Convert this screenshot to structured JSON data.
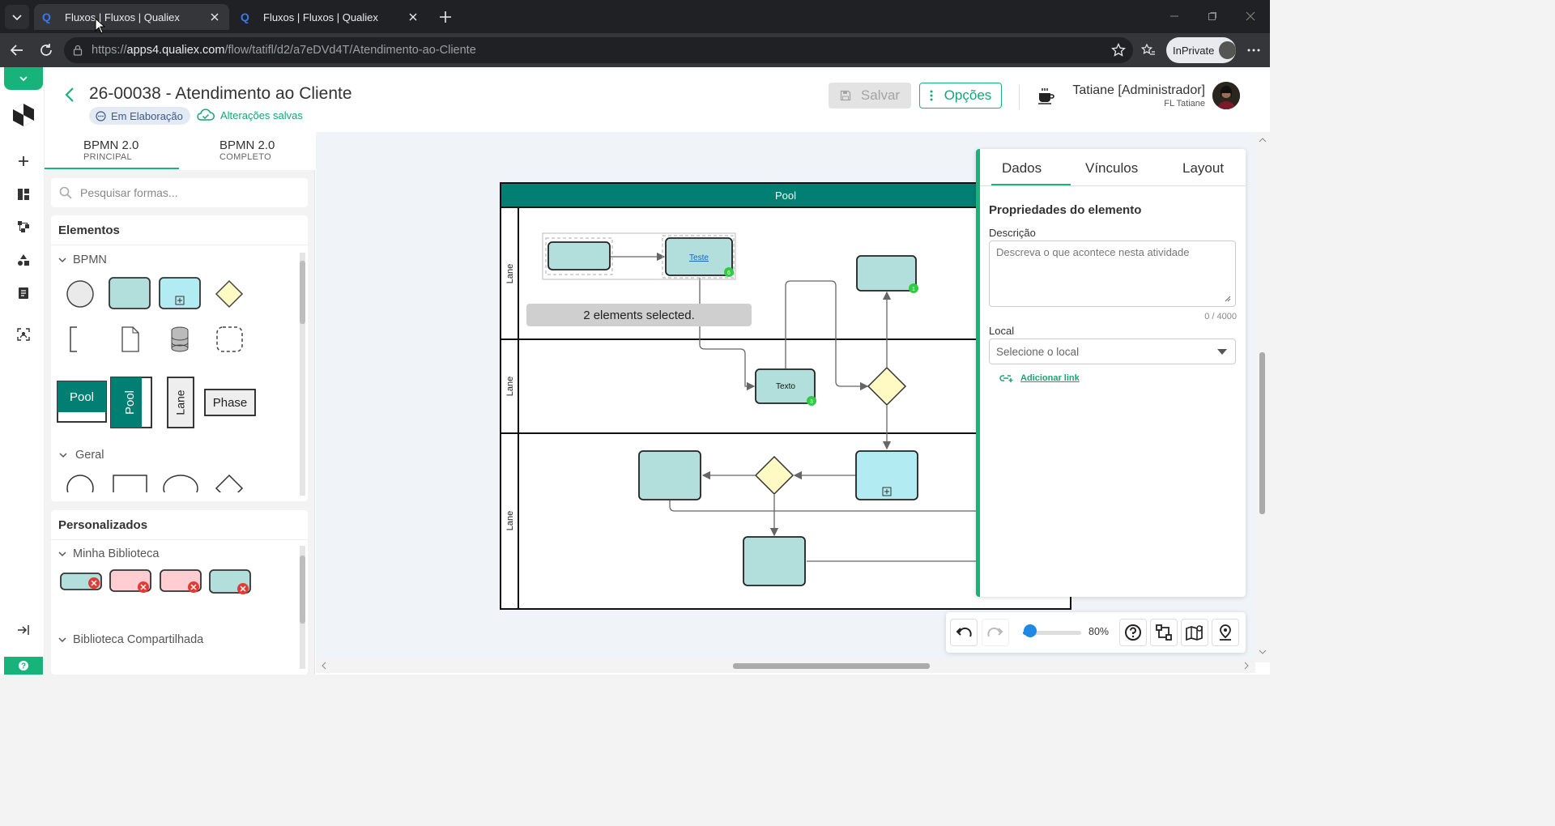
{
  "browser": {
    "tabs": [
      {
        "title": "Fluxos | Fluxos | Qualiex",
        "active": true
      },
      {
        "title": "Fluxos | Fluxos | Qualiex",
        "active": false
      }
    ],
    "url_prefix": "https://",
    "url_host": "apps4.qualiex.com",
    "url_path": "/flow/tatifl/d2/a7eDVd4T/Atendimento-ao-Cliente",
    "inprivate_label": "InPrivate"
  },
  "header": {
    "title": "26-00038 - Atendimento ao Cliente",
    "status": "Em Elaboração",
    "saved_text": "Alterações salvas",
    "save_label": "Salvar",
    "options_label": "Opções",
    "user_name": "Tatiane [Administrador]",
    "user_sub": "FL Tatiane"
  },
  "shapes_panel": {
    "tabs": [
      {
        "label": "BPMN 2.0",
        "sub": "PRINCIPAL"
      },
      {
        "label": "BPMN 2.0",
        "sub": "COMPLETO"
      }
    ],
    "search_placeholder": "Pesquisar formas...",
    "elements_title": "Elementos",
    "groups": {
      "bpmn": "BPMN",
      "geral": "Geral"
    },
    "shape_labels": {
      "pool_h": "Pool",
      "pool_v": "Pool",
      "lane": "Lane",
      "phase": "Phase"
    },
    "custom_title": "Personalizados",
    "my_library": "Minha Biblioteca",
    "shared_library": "Biblioteca Compartilhada"
  },
  "diagram": {
    "pool_title": "Pool",
    "lanes": [
      "Lane",
      "Lane",
      "Lane"
    ],
    "task_labels": {
      "teste": "Teste",
      "texto": "Texto"
    },
    "badges": {
      "teste": "6",
      "top_right": "1",
      "texto": "3"
    },
    "selection_toast": "2 elements selected."
  },
  "properties": {
    "tabs": [
      "Dados",
      "Vínculos",
      "Layout"
    ],
    "heading": "Propriedades do elemento",
    "description_label": "Descrição",
    "description_placeholder": "Descreva o que acontece nesta atividade",
    "counter": "0 / 4000",
    "local_label": "Local",
    "local_placeholder": "Selecione o local",
    "add_link": "Adicionar link"
  },
  "toolbar": {
    "zoom_text": "80%",
    "zoom_level": 0.8
  },
  "colors": {
    "accent": "#17b37a",
    "pool_header": "#007f72",
    "task_fill": "#b2dfdb",
    "subprocess_fill": "#b2ebf2",
    "gateway_fill": "#fff9c4"
  }
}
